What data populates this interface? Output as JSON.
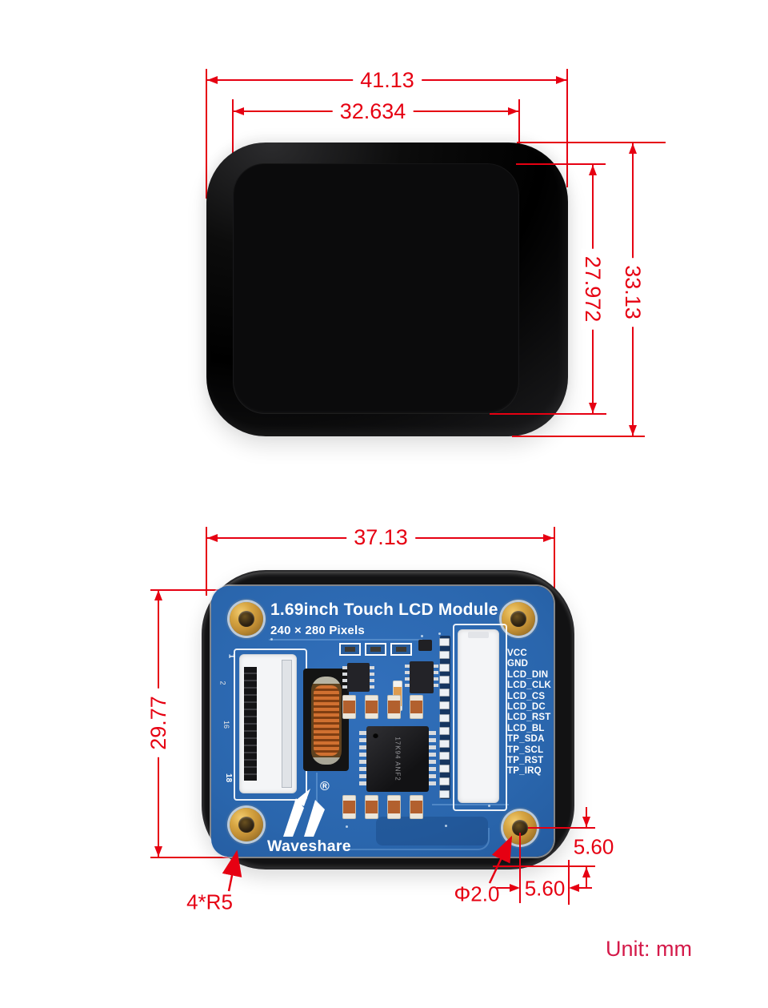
{
  "front_view": {
    "dim_outer_width": "41.13",
    "dim_display_width": "32.634",
    "dim_display_height": "27.972",
    "dim_outer_height": "33.13"
  },
  "rear_view": {
    "dim_pcb_width": "37.13",
    "dim_pcb_height": "29.77",
    "dim_hole_to_bottom": "5.60",
    "dim_hole_to_right": "5.60",
    "dim_hole_diameter": "Φ2.0",
    "dim_corner_radius": "4*R5",
    "pcb": {
      "title": "1.69inch Touch LCD Module",
      "subtitle": "240 × 280 Pixels",
      "brand": "Waveshare",
      "registered_mark": "®",
      "ic_marking": "17K94 ANF2",
      "fpc_pin_first": "1",
      "fpc_pin_last": "18",
      "edge_markers": [
        "2",
        "16"
      ],
      "pins": [
        "VCC",
        "GND",
        "LCD_DIN",
        "LCD_CLK",
        "LCD_CS",
        "LCD_DC",
        "LCD_RST",
        "LCD_BL",
        "TP_SDA",
        "TP_SCL",
        "TP_RST",
        "TP_IRQ"
      ]
    }
  },
  "footer": {
    "unit_note": "Unit: mm"
  },
  "colors": {
    "dimension_red": "#e60012",
    "unit_text_pink": "#d41949",
    "pcb_blue": "#2a66ad",
    "silkscreen_white": "#ffffff",
    "screw_gold": "#c28f35",
    "case_black": "#101010"
  }
}
